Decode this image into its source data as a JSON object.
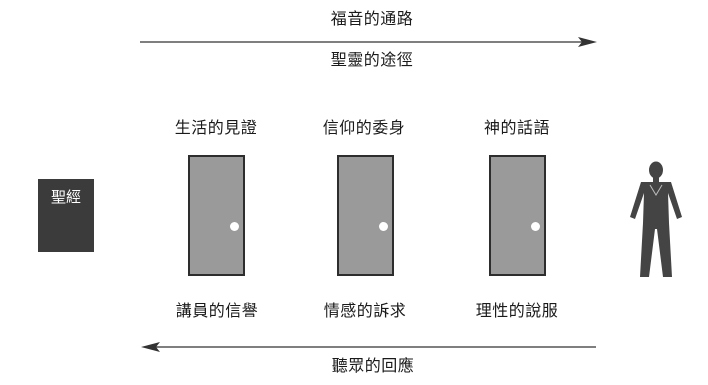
{
  "top": {
    "arrow_label_above": "福音的通路",
    "arrow_label_below": "聖靈的途徑"
  },
  "bottom": {
    "arrow_label_below": "聽眾的回應"
  },
  "doors": [
    {
      "top_label": "生活的見證",
      "bottom_label": "講員的信譽"
    },
    {
      "top_label": "信仰的委身",
      "bottom_label": "情感的訴求"
    },
    {
      "top_label": "神的話語",
      "bottom_label": "理性的說服"
    }
  ],
  "bible": {
    "label": "聖經"
  },
  "colors": {
    "door_fill": "#9a9a9a",
    "door_border": "#2d2d2d",
    "bible_fill": "#3b3b3b",
    "person_fill": "#444444",
    "arrow": "#333333"
  },
  "icons": {
    "person": "person-icon"
  }
}
